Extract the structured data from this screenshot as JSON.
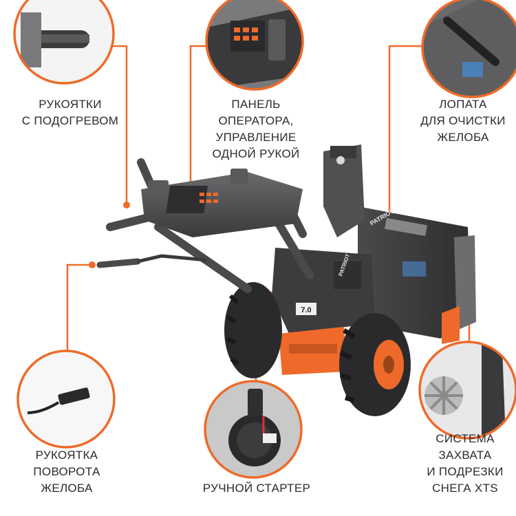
{
  "colors": {
    "accent": "#ef6a2a",
    "machine_dark": "#3c3c3e",
    "machine_mid": "#5a5a5c",
    "label_text": "#2b2b2b"
  },
  "labels": {
    "heated_handles": [
      "Рукоятки",
      "с подогревом"
    ],
    "operator_panel": [
      "Панель",
      "оператора,",
      "управление",
      "одной рукой"
    ],
    "chute_shovel": [
      "Лопата",
      "для очистки",
      "желоба"
    ],
    "chute_rotation": [
      "Рукоятка",
      "поворота",
      "желоба"
    ],
    "manual_starter": [
      "Ручной стартер"
    ],
    "xts_system": [
      "Система",
      "захвата",
      "и подрезки",
      "снега XTS"
    ]
  },
  "product": {
    "brand_marks": [
      "PATRIOT",
      "PATRIOT"
    ],
    "engine_badge": "7.0"
  }
}
